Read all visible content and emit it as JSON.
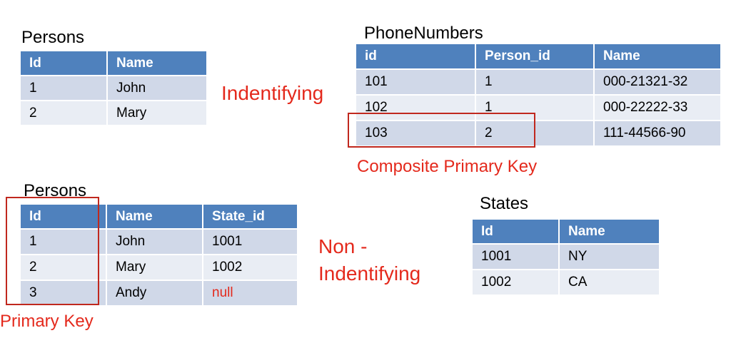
{
  "persons_top": {
    "title": "Persons",
    "headers": [
      "Id",
      "Name"
    ],
    "rows": [
      [
        "1",
        "John"
      ],
      [
        "2",
        "Mary"
      ]
    ]
  },
  "phone_numbers": {
    "title": "PhoneNumbers",
    "headers": [
      "id",
      "Person_id",
      "Name"
    ],
    "rows": [
      [
        "101",
        "1",
        "000-21321-32"
      ],
      [
        "102",
        "1",
        "000-22222-33"
      ],
      [
        "103",
        "2",
        "111-44566-90"
      ]
    ]
  },
  "persons_bottom": {
    "title": "Persons",
    "headers": [
      "Id",
      "Name",
      "State_id"
    ],
    "rows": [
      [
        "1",
        "John",
        "1001"
      ],
      [
        "2",
        "Mary",
        "1002"
      ],
      [
        "3",
        "Andy",
        "null"
      ]
    ]
  },
  "states": {
    "title": "States",
    "headers": [
      "Id",
      "Name"
    ],
    "rows": [
      [
        "1001",
        "NY"
      ],
      [
        "1002",
        "CA"
      ]
    ]
  },
  "labels": {
    "identifying": "Indentifying",
    "non_identifying_line1": "Non -",
    "non_identifying_line2": "Indentifying",
    "composite_primary_key": "Composite Primary Key",
    "primary_key": "Primary Key"
  },
  "colors": {
    "header_blue": "#4f81bd",
    "row_light": "#d0d8e8",
    "row_lighter": "#e9edf4",
    "annotation_red": "#e4291c"
  }
}
